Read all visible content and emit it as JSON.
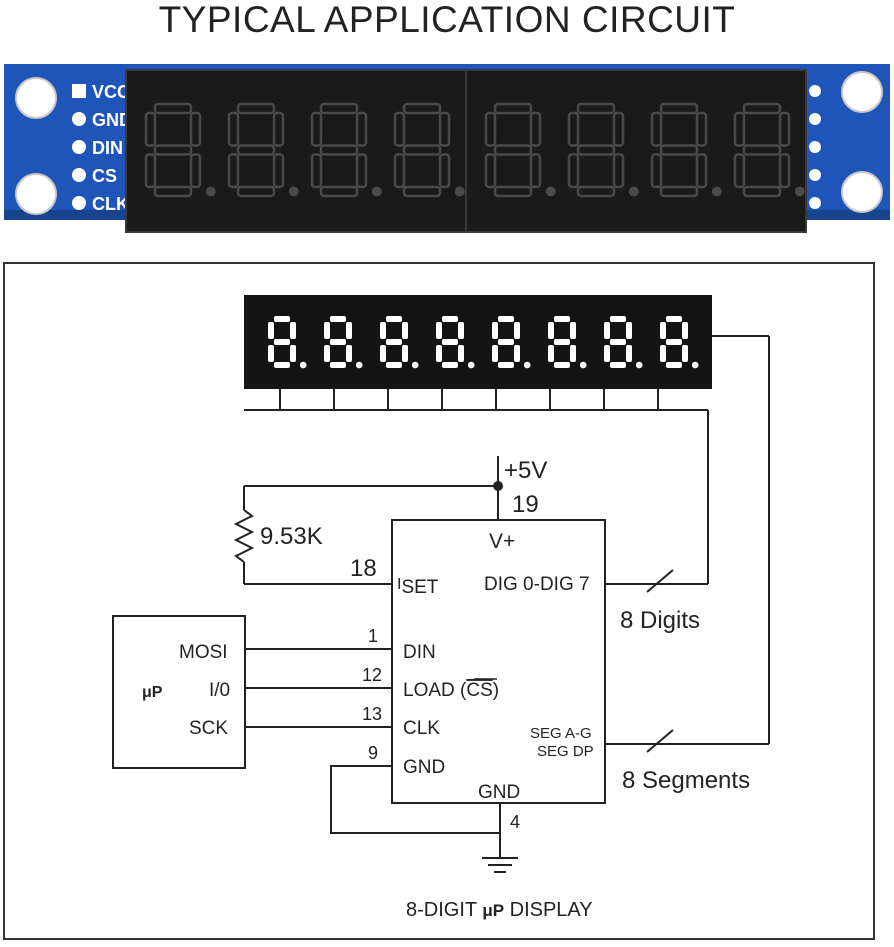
{
  "title": "TYPICAL APPLICATION CIRCUIT",
  "module": {
    "pin_labels": [
      "VCC",
      "GND",
      "DIN",
      "CS",
      "CLK"
    ],
    "digit_count": 8,
    "pcb_color": "#1f55b8",
    "display_color": "#1a1a1a",
    "segment_off_color": "#3a3a3a"
  },
  "schematic": {
    "display_digit_count": 8,
    "display_segment_color": "#ffffff",
    "supply_label": "+5V",
    "vplus_pin_number": "19",
    "resistor_label": "9.53K",
    "iset_pin_number": "18",
    "chip": {
      "vplus_label": "V+",
      "iset_label_prefix": "I",
      "iset_label_sub": "SET",
      "dig_label": "DIG 0-DIG 7",
      "din_label": "DIN",
      "load_label": "LOAD (",
      "load_cs_label": "CS",
      "load_close": ")",
      "clk_label": "CLK",
      "gnd_label_left": "GND",
      "seg_label_1": "SEG A-G",
      "seg_label_2": "SEG DP",
      "gnd_label_bottom": "GND"
    },
    "pins": {
      "din": "1",
      "load": "12",
      "clk": "13",
      "gnd_left": "9",
      "gnd_bottom": "4"
    },
    "micro": {
      "label": "μP",
      "mosi_label": "MOSI",
      "io_label": "I/0",
      "sck_label": "SCK"
    },
    "digits_bus_label": "8 Digits",
    "segments_bus_label": "8 Segments",
    "caption_prefix": "8-DIGIT ",
    "caption_mu": "μP",
    "caption_suffix": " DISPLAY"
  }
}
